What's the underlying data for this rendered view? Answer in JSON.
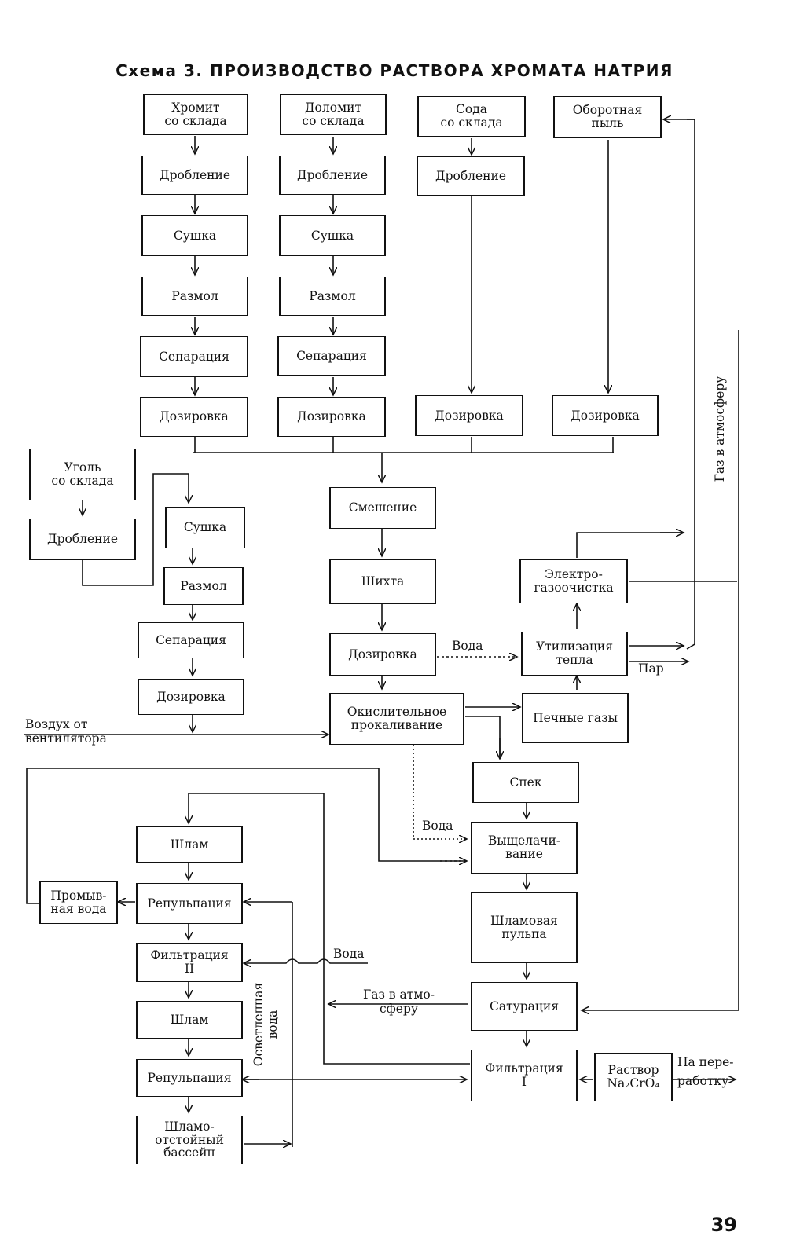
{
  "title": "Схема 3. ПРОИЗВОДСТВО РАСТВОРА ХРОМАТА НАТРИЯ",
  "page_number": "39",
  "nodes": {
    "chromite_store": "Хромит\nсо склада",
    "chromite_crush": "Дробление",
    "chromite_dry": "Сушка",
    "chromite_mill": "Размол",
    "chromite_sep": "Сепарация",
    "chromite_dose": "Дозировка",
    "dolomite_store": "Доломит\nсо склада",
    "dolomite_crush": "Дробление",
    "dolomite_dry": "Сушка",
    "dolomite_mill": "Размол",
    "dolomite_sep": "Сепарация",
    "dolomite_dose": "Дозировка",
    "soda_store": "Сода\nсо склада",
    "soda_crush": "Дробление",
    "soda_dose": "Дозировка",
    "dust_return": "Оборотная\nпыль",
    "dust_dose": "Дозировка",
    "coal_store": "Уголь\nсо склада",
    "coal_crush": "Дробление",
    "coal_dry": "Сушка",
    "coal_mill": "Размол",
    "coal_sep": "Сепарация",
    "coal_dose": "Дозировка",
    "mixing": "Смешение",
    "charge": "Шихта",
    "charge_dose": "Дозировка",
    "roasting": "Окислительное\nпрокаливание",
    "electro_clean": "Электро-\nгазоочистка",
    "heat_util": "Утилизация\nтепла",
    "furnace_gas": "Печные газы",
    "sinter": "Спек",
    "leaching": "Выщелачи-\nвание",
    "slurry": "Шламовая\nпульпа",
    "saturation": "Сатурация",
    "filtration1": "Фильтрация\nI",
    "solution": "Раствор\nNa₂CrO₄",
    "sludge1": "Шлам",
    "repulp1": "Репульпация",
    "wash_water": "Промыв-\nная вода",
    "filtration2": "Фильтрация\nII",
    "sludge2": "Шлам",
    "repulp2": "Репульпация",
    "sludge_pond": "Шламо-\nотстойный\nбассейн"
  },
  "labels": {
    "air": "Воздух от\nвентилятора",
    "water1": "Вода",
    "steam": "Пар",
    "water2": "Вода",
    "water3": "Вода",
    "gas_atm1": "Газ в атмосферу",
    "gas_atm2": "Газ в атмо-\nсферу",
    "clarified_water": "Осветленная\nвода",
    "to_processing": "На пере-\nработку"
  }
}
